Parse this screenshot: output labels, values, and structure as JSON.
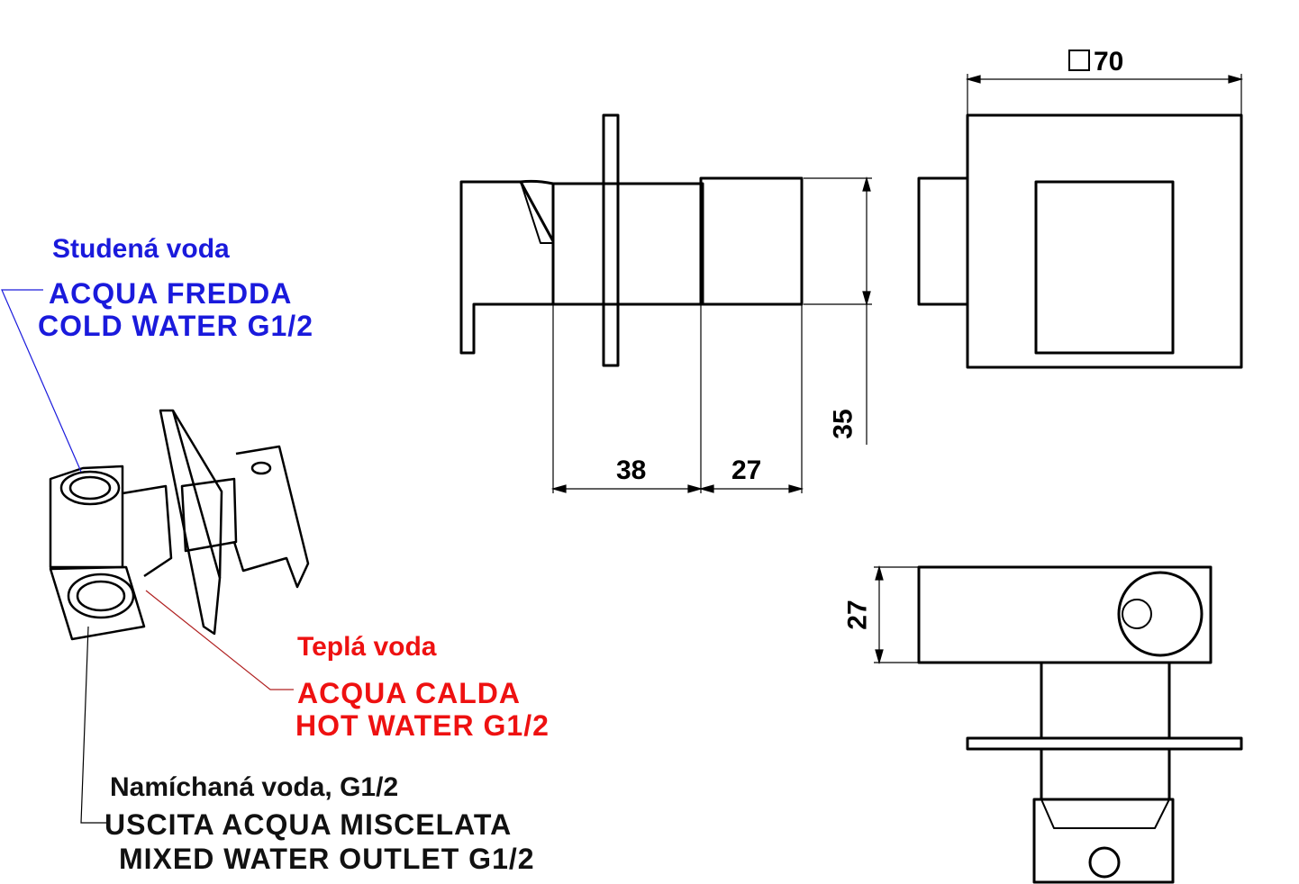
{
  "colors": {
    "cold": "#1a1adc",
    "hot": "#ee1111",
    "mixed": "#111111",
    "line": "#000000"
  },
  "labels": {
    "cold": {
      "title": "Studená voda",
      "line1": "ACQUA FREDDA",
      "line2": "COLD WATER G1/2"
    },
    "hot": {
      "title": "Teplá voda",
      "line1": "ACQUA CALDA",
      "line2": "HOT WATER G1/2"
    },
    "mixed": {
      "title": "Namíchaná voda, G1/2",
      "line1": "USCITA ACQUA MISCELATA",
      "line2": "MIXED WATER OUTLET G1/2"
    }
  },
  "dimensions": {
    "square": "70",
    "square_symbol": "square-icon",
    "side_38": "38",
    "side_27": "27",
    "side_35": "35",
    "bottom_27": "27"
  }
}
